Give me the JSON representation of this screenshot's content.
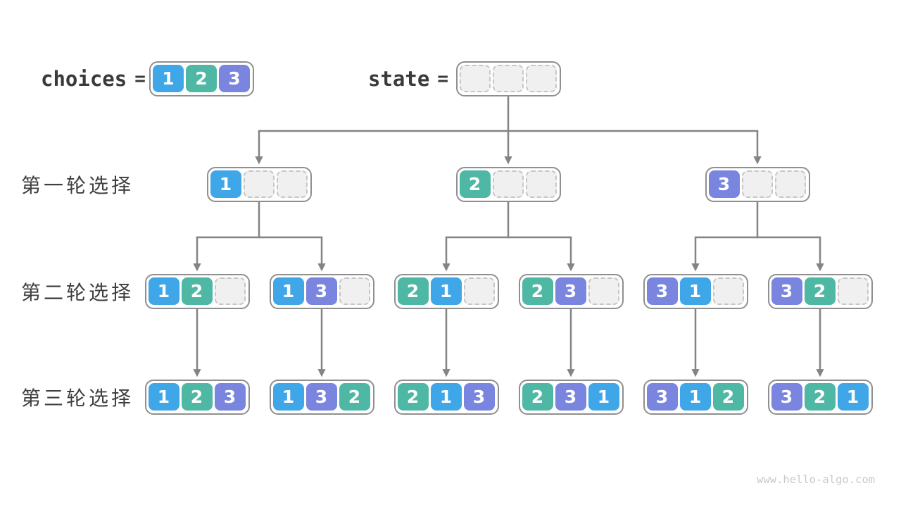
{
  "header": {
    "choices_label": "choices",
    "state_label": "state",
    "equals": "=",
    "choices_cells": [
      1,
      2,
      3
    ],
    "state_cells": [
      null,
      null,
      null
    ]
  },
  "rows": [
    {
      "label": "第一轮选择",
      "boxes": [
        [
          1,
          null,
          null
        ],
        [
          2,
          null,
          null
        ],
        [
          3,
          null,
          null
        ]
      ]
    },
    {
      "label": "第二轮选择",
      "boxes": [
        [
          1,
          2,
          null
        ],
        [
          1,
          3,
          null
        ],
        [
          2,
          1,
          null
        ],
        [
          2,
          3,
          null
        ],
        [
          3,
          1,
          null
        ],
        [
          3,
          2,
          null
        ]
      ]
    },
    {
      "label": "第三轮选择",
      "boxes": [
        [
          1,
          2,
          3
        ],
        [
          1,
          3,
          2
        ],
        [
          2,
          1,
          3
        ],
        [
          2,
          3,
          1
        ],
        [
          3,
          1,
          2
        ],
        [
          3,
          2,
          1
        ]
      ]
    }
  ],
  "watermark": "www.hello-algo.com",
  "colors": {
    "value1": "#3fa6e8",
    "value2": "#4fb8a4",
    "value3": "#7a85e0",
    "empty_fill": "#f0f0f0",
    "empty_border": "#c6c6c6",
    "box_border": "#8f8f8f",
    "arrow": "#848484",
    "code_text": "#3a3a3a",
    "label_text": "#3f3f3f",
    "cell_text": "#ffffff",
    "watermark_text": "#c9c9c9"
  }
}
